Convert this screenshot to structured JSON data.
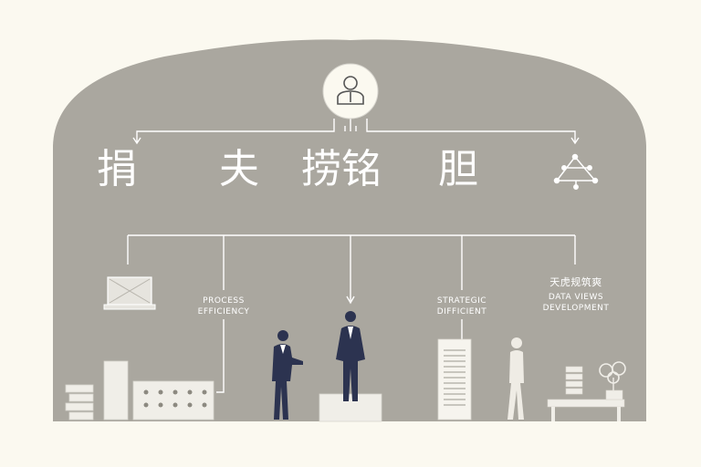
{
  "top_row": {
    "char1": "捐",
    "char2": "夫",
    "char3": "捞铭",
    "char4": "胆"
  },
  "branches": {
    "process": {
      "line1": "PROCESS",
      "line2": "EFFICIENCY"
    },
    "strategy": {
      "line1": "STRATEGIC",
      "line2": "DIFFICIENT"
    },
    "data": {
      "heading": "天虎规筑爽",
      "line1": "DATA VIEWS",
      "line2": "DEVELOPMENT"
    }
  },
  "colors": {
    "background": "#fbf9f0",
    "arch": "#aaa79f",
    "line": "#ffffff",
    "suit": "#2c3350"
  },
  "icons": [
    "user-icon",
    "network-icon",
    "laptop-icon",
    "document-icon",
    "plant-icon"
  ]
}
